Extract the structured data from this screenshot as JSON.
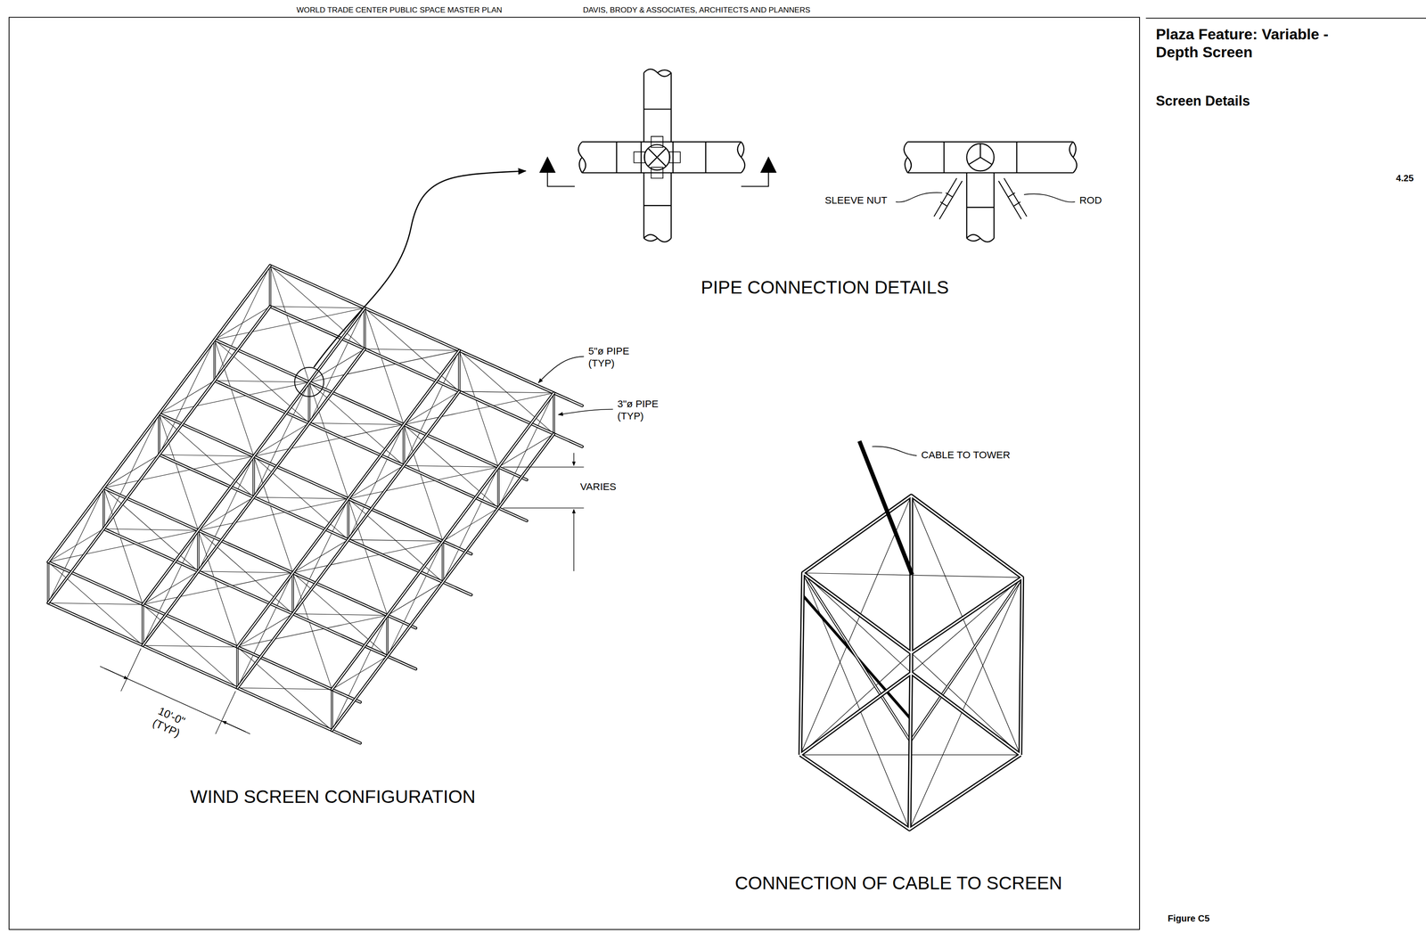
{
  "diagram": {
    "title": "Plaza Feature: Variable -Depth Screen",
    "caption": "Figure C5",
    "labels": [
      "WORLD TRADE CENTER PUBLIC SPACE MASTER PLAN",
      "DAVIS, BRODY & ASSOCIATES, ARCHITECTS AND PLANNERS",
      "Screen Details",
      "4.25",
      "PIPE CONNECTION DETAILS",
      "SLEEVE NUT",
      "ROD",
      "5\"ø PIPE (TYP)",
      "3\"ø PIPE (TYP)",
      "VARIES",
      "10'-0\" (TYP)",
      "CABLE TO TOWER",
      "WIND SCREEN CONFIGURATION",
      "CONNECTION OF CABLE TO SCREEN"
    ]
  }
}
